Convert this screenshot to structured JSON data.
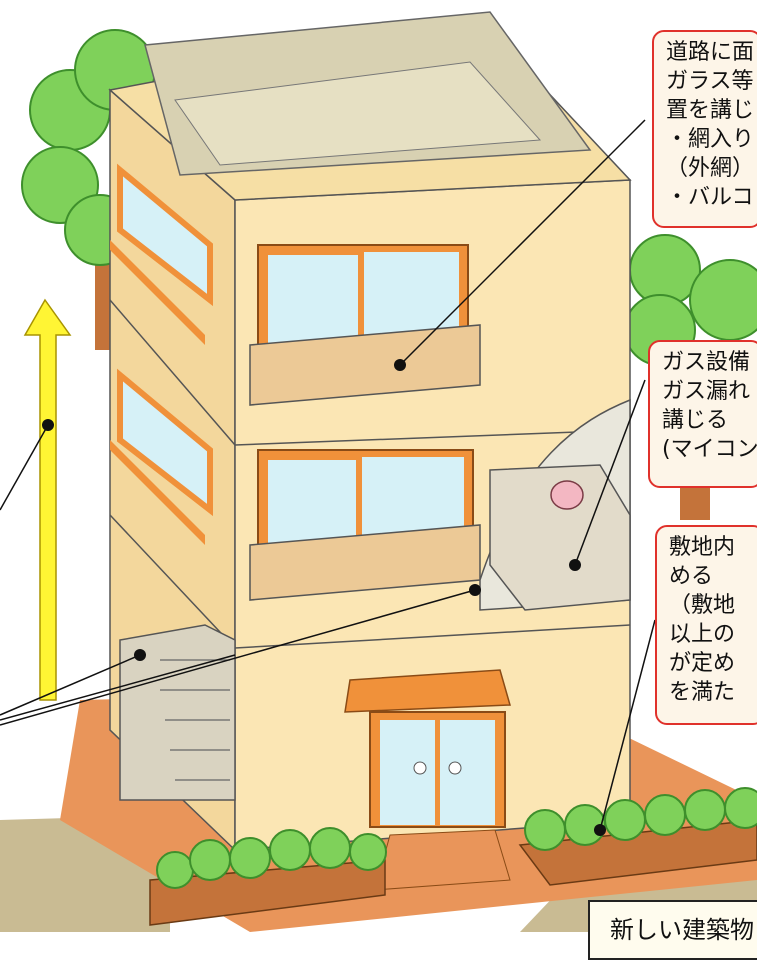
{
  "callouts": {
    "road_glass": {
      "lines": [
        "道路に面",
        "ガラス等",
        "置を講じ",
        "・網入り",
        "（外網）",
        "・バルコ"
      ]
    },
    "gas": {
      "lines": [
        "ガス設備",
        "ガス漏れ",
        "講じる",
        "(マイコン"
      ]
    },
    "site": {
      "lines": [
        "敷地内",
        "める",
        "（敷地",
        "以上の",
        "が定め",
        "を満た"
      ]
    }
  },
  "bottom_note": {
    "text": "新しい建築物"
  },
  "colors": {
    "wall": "#fbe6b4",
    "trim": "#f0913a",
    "glass": "#d6f1f7",
    "tree": "#7fd15a",
    "ground": "#c9bb93",
    "site": "#e9955a",
    "arrow": "#fff534",
    "callout_border": "#e0312b"
  }
}
